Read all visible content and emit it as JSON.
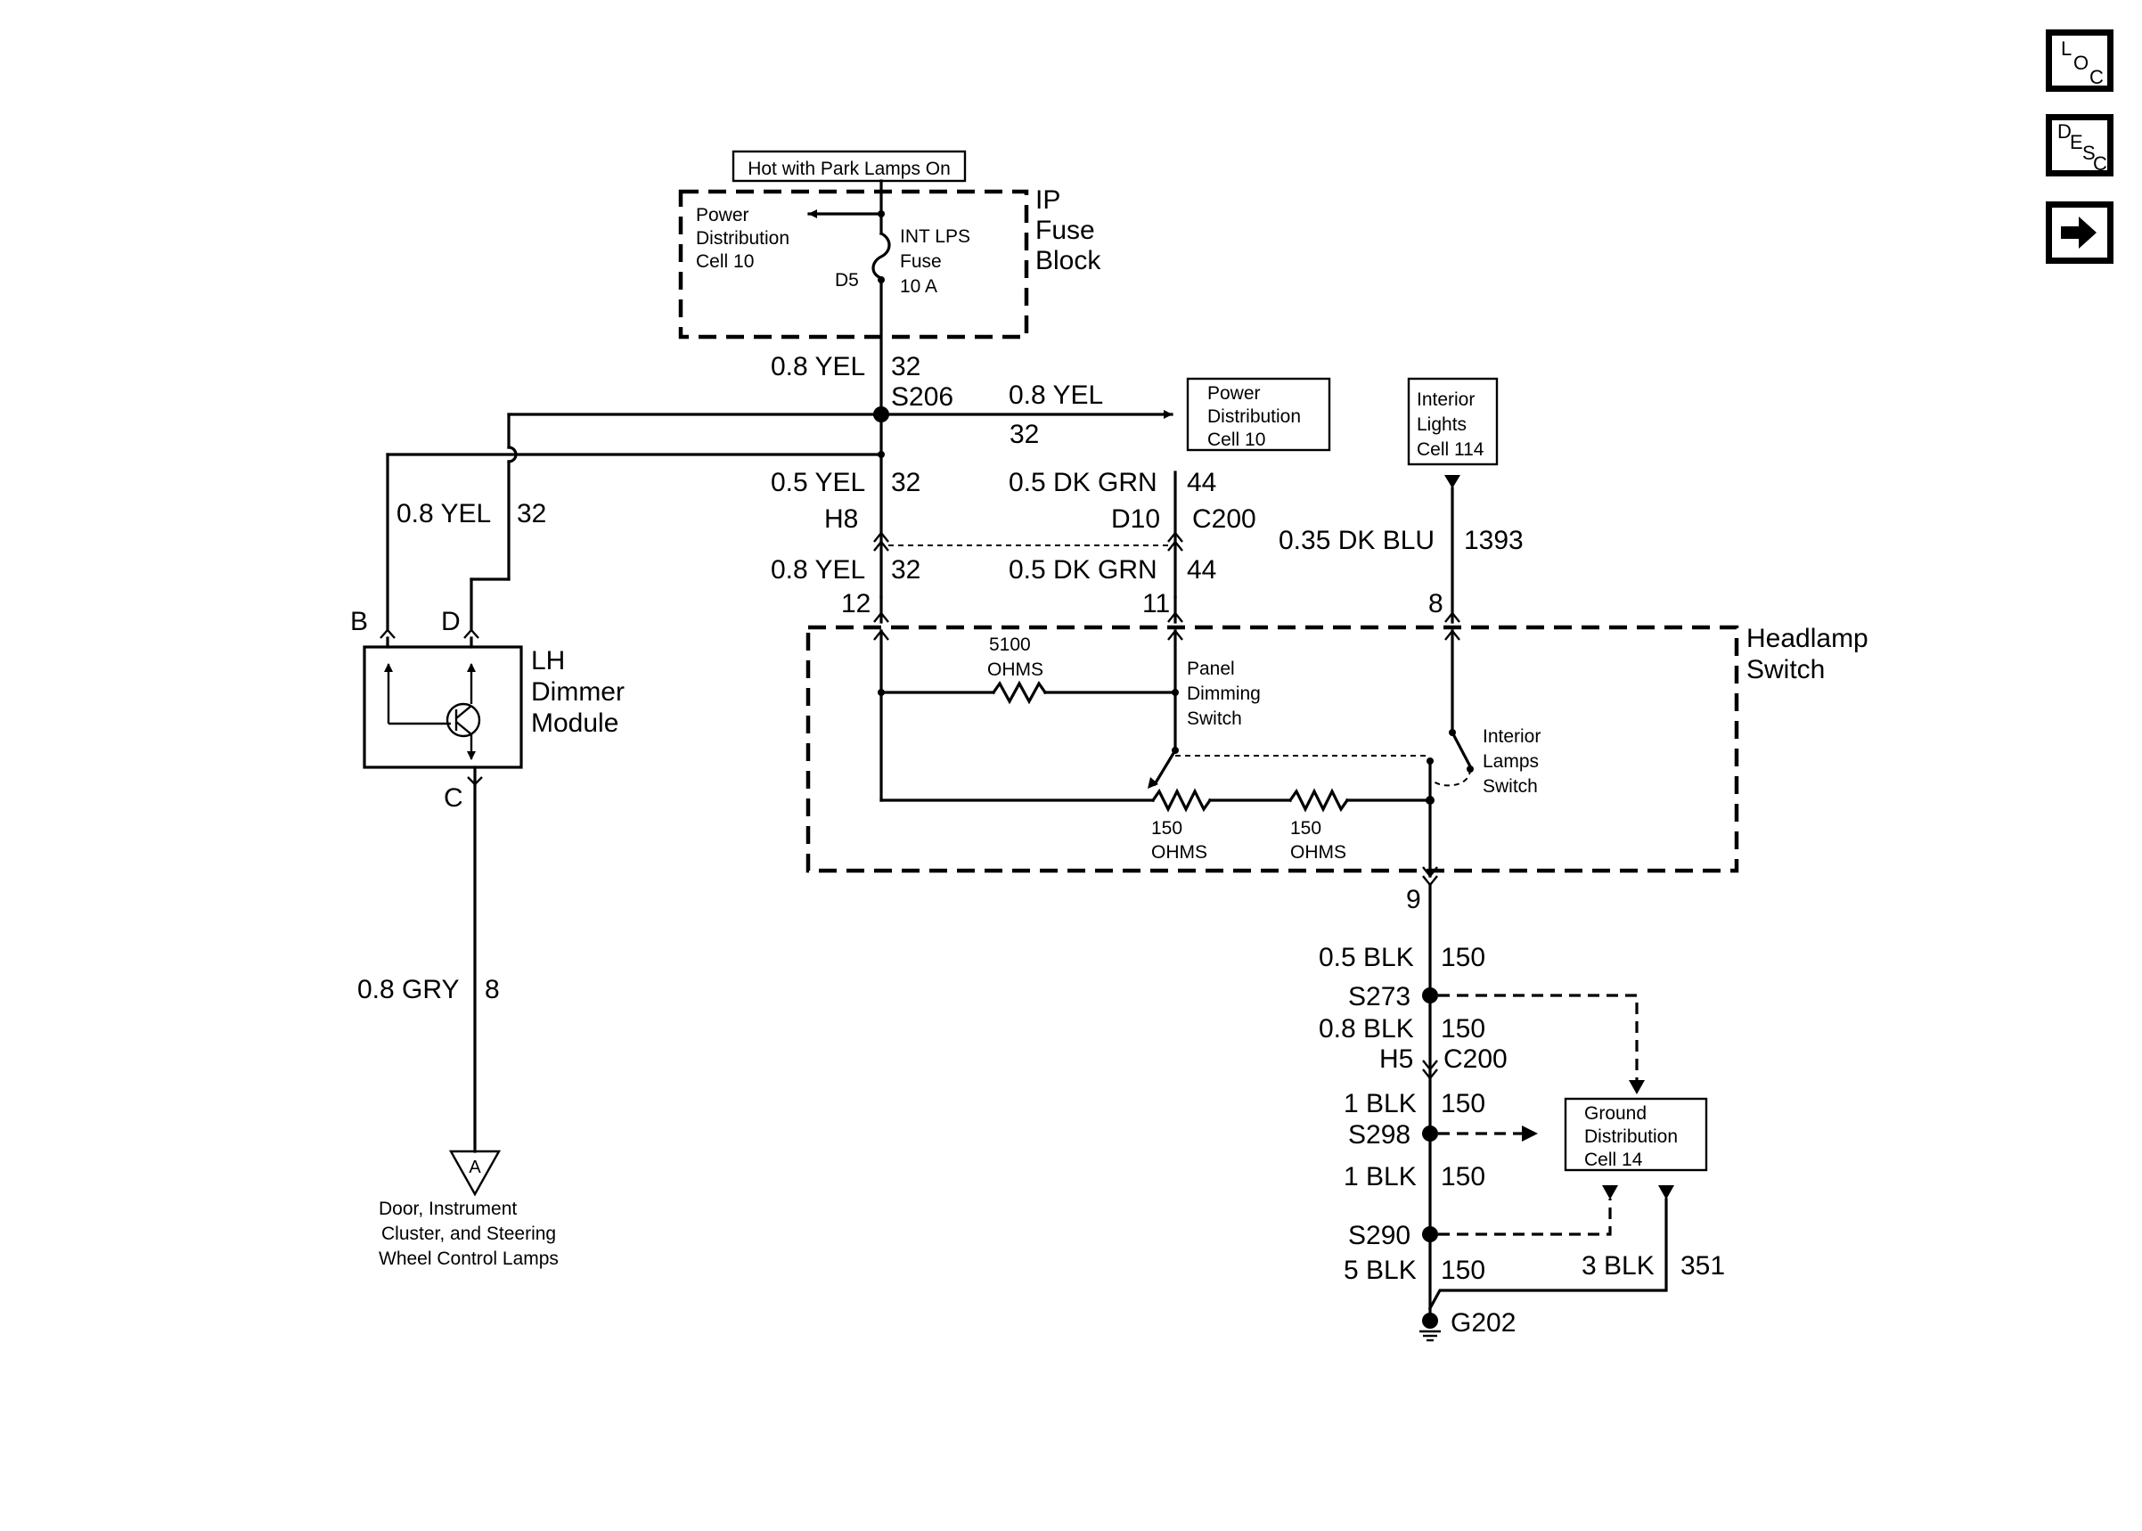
{
  "nav": {
    "loc": [
      "L",
      "O",
      "C"
    ],
    "desc": [
      "D",
      "E",
      "S",
      "C"
    ],
    "next_icon": "right-arrow-icon"
  },
  "top": {
    "hot_label": "Hot with Park Lamps On",
    "power_dist_top": [
      "Power",
      "Distribution",
      "Cell 10"
    ],
    "fuse_name": [
      "INT LPS",
      "Fuse",
      "10 A"
    ],
    "fuse_pin": "D5",
    "ip_block": [
      "IP",
      "Fuse",
      "Block"
    ]
  },
  "wires": {
    "w1_gauge": "0.8 YEL",
    "w1_circuit": "32",
    "s206": "S206",
    "w2_gauge": "0.8 YEL",
    "w2_circuit": "32",
    "power_dist_right": [
      "Power",
      "Distribution",
      "Cell 10"
    ],
    "interior_lights": [
      "Interior",
      "Lights",
      "Cell 114"
    ],
    "left_gauge": "0.8 YEL",
    "left_circuit": "32",
    "c_a_upper_gauge": "0.5 YEL",
    "c_a_upper_circuit": "32",
    "c_b_upper_gauge": "0.5 DK GRN",
    "c_b_upper_circuit": "44",
    "h8": "H8",
    "d10": "D10",
    "c200_top": "C200",
    "c_a_lower_gauge": "0.8 YEL",
    "c_a_lower_circuit": "32",
    "c_b_lower_gauge": "0.5 DK GRN",
    "c_b_lower_circuit": "44",
    "pin12": "12",
    "pin11": "11",
    "blu_gauge": "0.35 DK BLU",
    "blu_circuit": "1393",
    "pin8": "8"
  },
  "dimmer": {
    "pin_b": "B",
    "pin_d": "D",
    "pin_c": "C",
    "label": [
      "LH",
      "Dimmer",
      "Module"
    ],
    "gry_gauge": "0.8 GRY",
    "gry_circuit": "8",
    "ref_letter": "A",
    "dest": [
      "Door, Instrument",
      "Cluster, and Steering",
      "Wheel Control Lamps"
    ]
  },
  "headlamp": {
    "label": [
      "Headlamp",
      "Switch"
    ],
    "r5100": [
      "5100",
      "OHMS"
    ],
    "panel": [
      "Panel",
      "Dimming",
      "Switch"
    ],
    "interior_sw": [
      "Interior",
      "Lamps",
      "Switch"
    ],
    "r150a": [
      "150",
      "OHMS"
    ],
    "r150b": [
      "150",
      "OHMS"
    ],
    "pin9": "9"
  },
  "ground": {
    "g1_gauge": "0.5 BLK",
    "g1_circuit": "150",
    "s273": "S273",
    "g2_gauge": "0.8 BLK",
    "g2_circuit": "150",
    "h5": "H5",
    "c200": "C200",
    "g3_gauge": "1 BLK",
    "g3_circuit": "150",
    "s298": "S298",
    "g4_gauge": "1 BLK",
    "g4_circuit": "150",
    "s290": "S290",
    "g5_gauge": "5 BLK",
    "g5_circuit": "150",
    "g6_gauge": "3 BLK",
    "g6_circuit": "351",
    "g202": "G202",
    "ground_dist": [
      "Ground",
      "Distribution",
      "Cell 14"
    ]
  }
}
